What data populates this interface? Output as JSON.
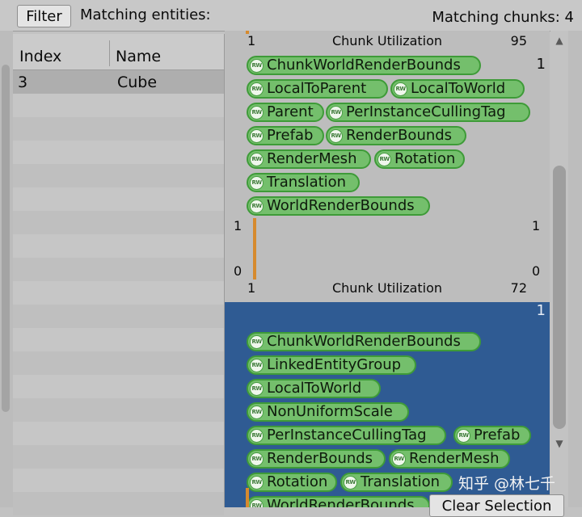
{
  "toolbar": {
    "filter_label": "Filter",
    "matching_entities_label": "Matching entities:",
    "matching_chunks_label": "Matching chunks: 4"
  },
  "table": {
    "columns": [
      "Index",
      "Name"
    ],
    "rows": [
      {
        "index": "3",
        "name": "Cube"
      }
    ]
  },
  "chunks": [
    {
      "min": "1",
      "title": "Chunk Utilization",
      "max": "95",
      "count": "1",
      "selected": false,
      "components": [
        "ChunkWorldRenderBounds",
        "LocalToParent",
        "LocalToWorld",
        "Parent",
        "PerInstanceCullingTag",
        "Prefab",
        "RenderBounds",
        "RenderMesh",
        "Rotation",
        "Translation",
        "WorldRenderBounds"
      ]
    },
    {
      "graph": {
        "y_max_left": "1",
        "y_max_right": "1",
        "y_min_left": "0",
        "y_min_right": "0"
      }
    },
    {
      "min": "1",
      "title": "Chunk Utilization",
      "max": "72",
      "count": "1",
      "selected": true,
      "components": [
        "ChunkWorldRenderBounds",
        "LinkedEntityGroup",
        "LocalToWorld",
        "NonUniformScale",
        "PerInstanceCullingTag",
        "Prefab",
        "RenderBounds",
        "RenderMesh",
        "Rotation",
        "Translation",
        "WorldRenderBounds"
      ]
    }
  ],
  "rw_badge": "RW",
  "buttons": {
    "clear_selection": "Clear Selection"
  },
  "scrollbar": {
    "up_glyph": "▲",
    "down_glyph": "▼"
  },
  "watermark": "知乎 @林七千",
  "colors": {
    "tag_fill": "#74bf6c",
    "tag_border": "#3e9b38",
    "selected_chunk": "#2f5b93",
    "utilization_bar": "#d68a2e"
  }
}
